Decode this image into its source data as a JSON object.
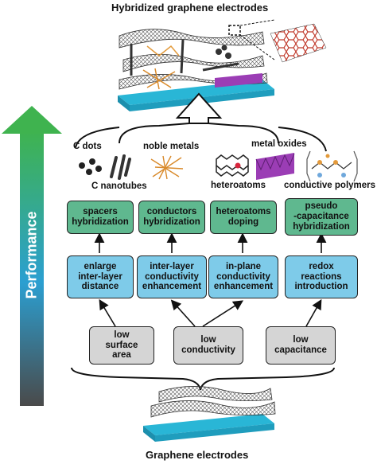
{
  "title_top": "Hybridized graphene electrodes",
  "title_bottom": "Graphene electrodes",
  "axis_label": "Performance",
  "materials": {
    "c_dots": "C dots",
    "noble_metals": "noble metals",
    "metal_oxides": "metal oxides",
    "c_nanotubes": "C nanotubes",
    "heteroatoms": "heteroatoms",
    "conductive_polymers": "conductive polymers"
  },
  "strategies": [
    "spacers\nhybridization",
    "conductors\nhybridization",
    "heteroatoms\ndoping",
    "pseudo\n-capacitance\nhybridization"
  ],
  "mechanisms": [
    "enlarge\ninter-layer\ndistance",
    "inter-layer\nconductivity\nenhancement",
    "in-plane\nconductivity\nenhancement",
    "redox\nreactions\nintroduction"
  ],
  "problems": [
    "low\nsurface\narea",
    "low\nconductivity",
    "low\ncapacitance"
  ],
  "colors": {
    "strategy_box": "#5fb88f",
    "mechanism_box": "#7ecbe9",
    "problem_box": "#d5d5d5",
    "substrate": "#29b6d6",
    "arrow_top": "#3fb34f",
    "arrow_mid": "#2b9fd1",
    "arrow_bottom": "#4a4a4a"
  }
}
